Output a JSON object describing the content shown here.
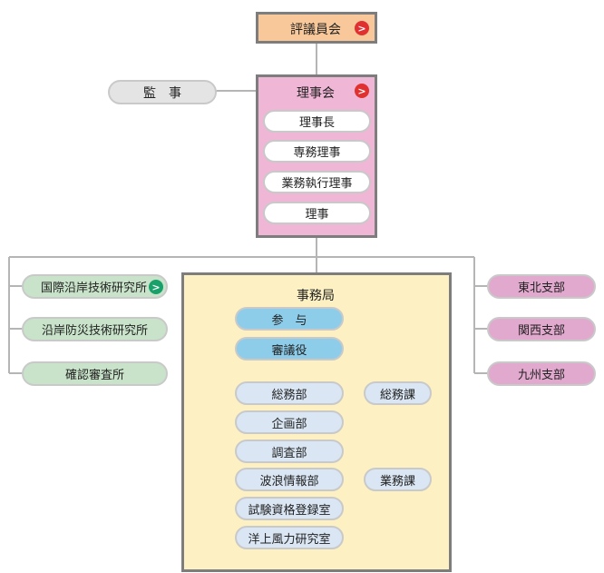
{
  "hyogiinkai": {
    "label": "評議員会",
    "arrow": ">"
  },
  "kanji": {
    "label": "監　事"
  },
  "rijikai": {
    "title": "理事会",
    "arrow": ">",
    "members": [
      "理事長",
      "専務理事",
      "業務執行理事",
      "理事"
    ]
  },
  "left_units": [
    {
      "label": "国際沿岸技術研究所",
      "arrow": ">"
    },
    {
      "label": "沿岸防災技術研究所"
    },
    {
      "label": "確認審査所"
    }
  ],
  "right_units": [
    {
      "label": "東北支部"
    },
    {
      "label": "関西支部"
    },
    {
      "label": "九州支部"
    }
  ],
  "jimukyoku": {
    "title": "事務局",
    "staff": [
      "参　与",
      "審議役"
    ],
    "departments": [
      "総務部",
      "企画部",
      "調査部",
      "波浪情報部",
      "試験資格登録室",
      "洋上風力研究室"
    ],
    "sections": [
      "総務課",
      "業務課"
    ]
  },
  "colors": {
    "hyogiinkai": "#f8c89a",
    "rijikai": "#f0b6d6",
    "jimukyoku": "#fdf1c3",
    "arrow_red": "#e03030",
    "arrow_green": "#1aa06a"
  }
}
